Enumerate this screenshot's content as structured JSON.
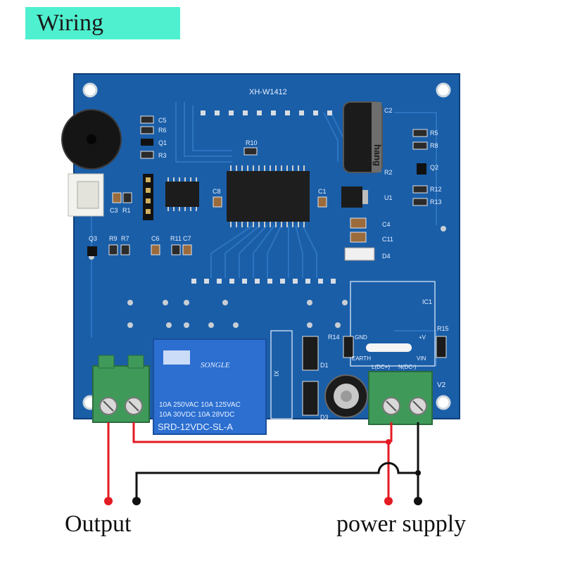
{
  "banner": {
    "label": "Wiring",
    "color": "#4ff0cf"
  },
  "board": {
    "model": "XH-W1412",
    "silkscreen": [
      "C5",
      "R6",
      "Q1",
      "R3",
      "C3",
      "R1",
      "R10",
      "C8",
      "C1",
      "C2",
      "R2",
      "U1",
      "C4",
      "C11",
      "D4",
      "R5",
      "R8",
      "Q2",
      "R12",
      "R13",
      "Q3",
      "R9",
      "R7",
      "C6",
      "R11",
      "C7",
      "IC1",
      "R14",
      "GND",
      "R15",
      "+V",
      "EARTH",
      "VIN",
      "L(DC+)",
      "N(DC-)",
      "V2",
      "D1",
      "D3",
      "IX"
    ],
    "pcb_color": "#1a5ea8",
    "relay": {
      "brand": "SONGLE",
      "line1": "10A 250VAC  10A 125VAC",
      "line2": "10A  30VDC  10A  28VDC",
      "model": "SRD-12VDC-SL-A",
      "color": "#2c6fd0"
    },
    "capacitor_brand": "hang",
    "terminal_color": "#3f9a5a"
  },
  "wires": {
    "positive_color": "#e31b23",
    "negative_color": "#111111"
  },
  "labels": {
    "output": "Output",
    "power_supply": "power supply"
  }
}
